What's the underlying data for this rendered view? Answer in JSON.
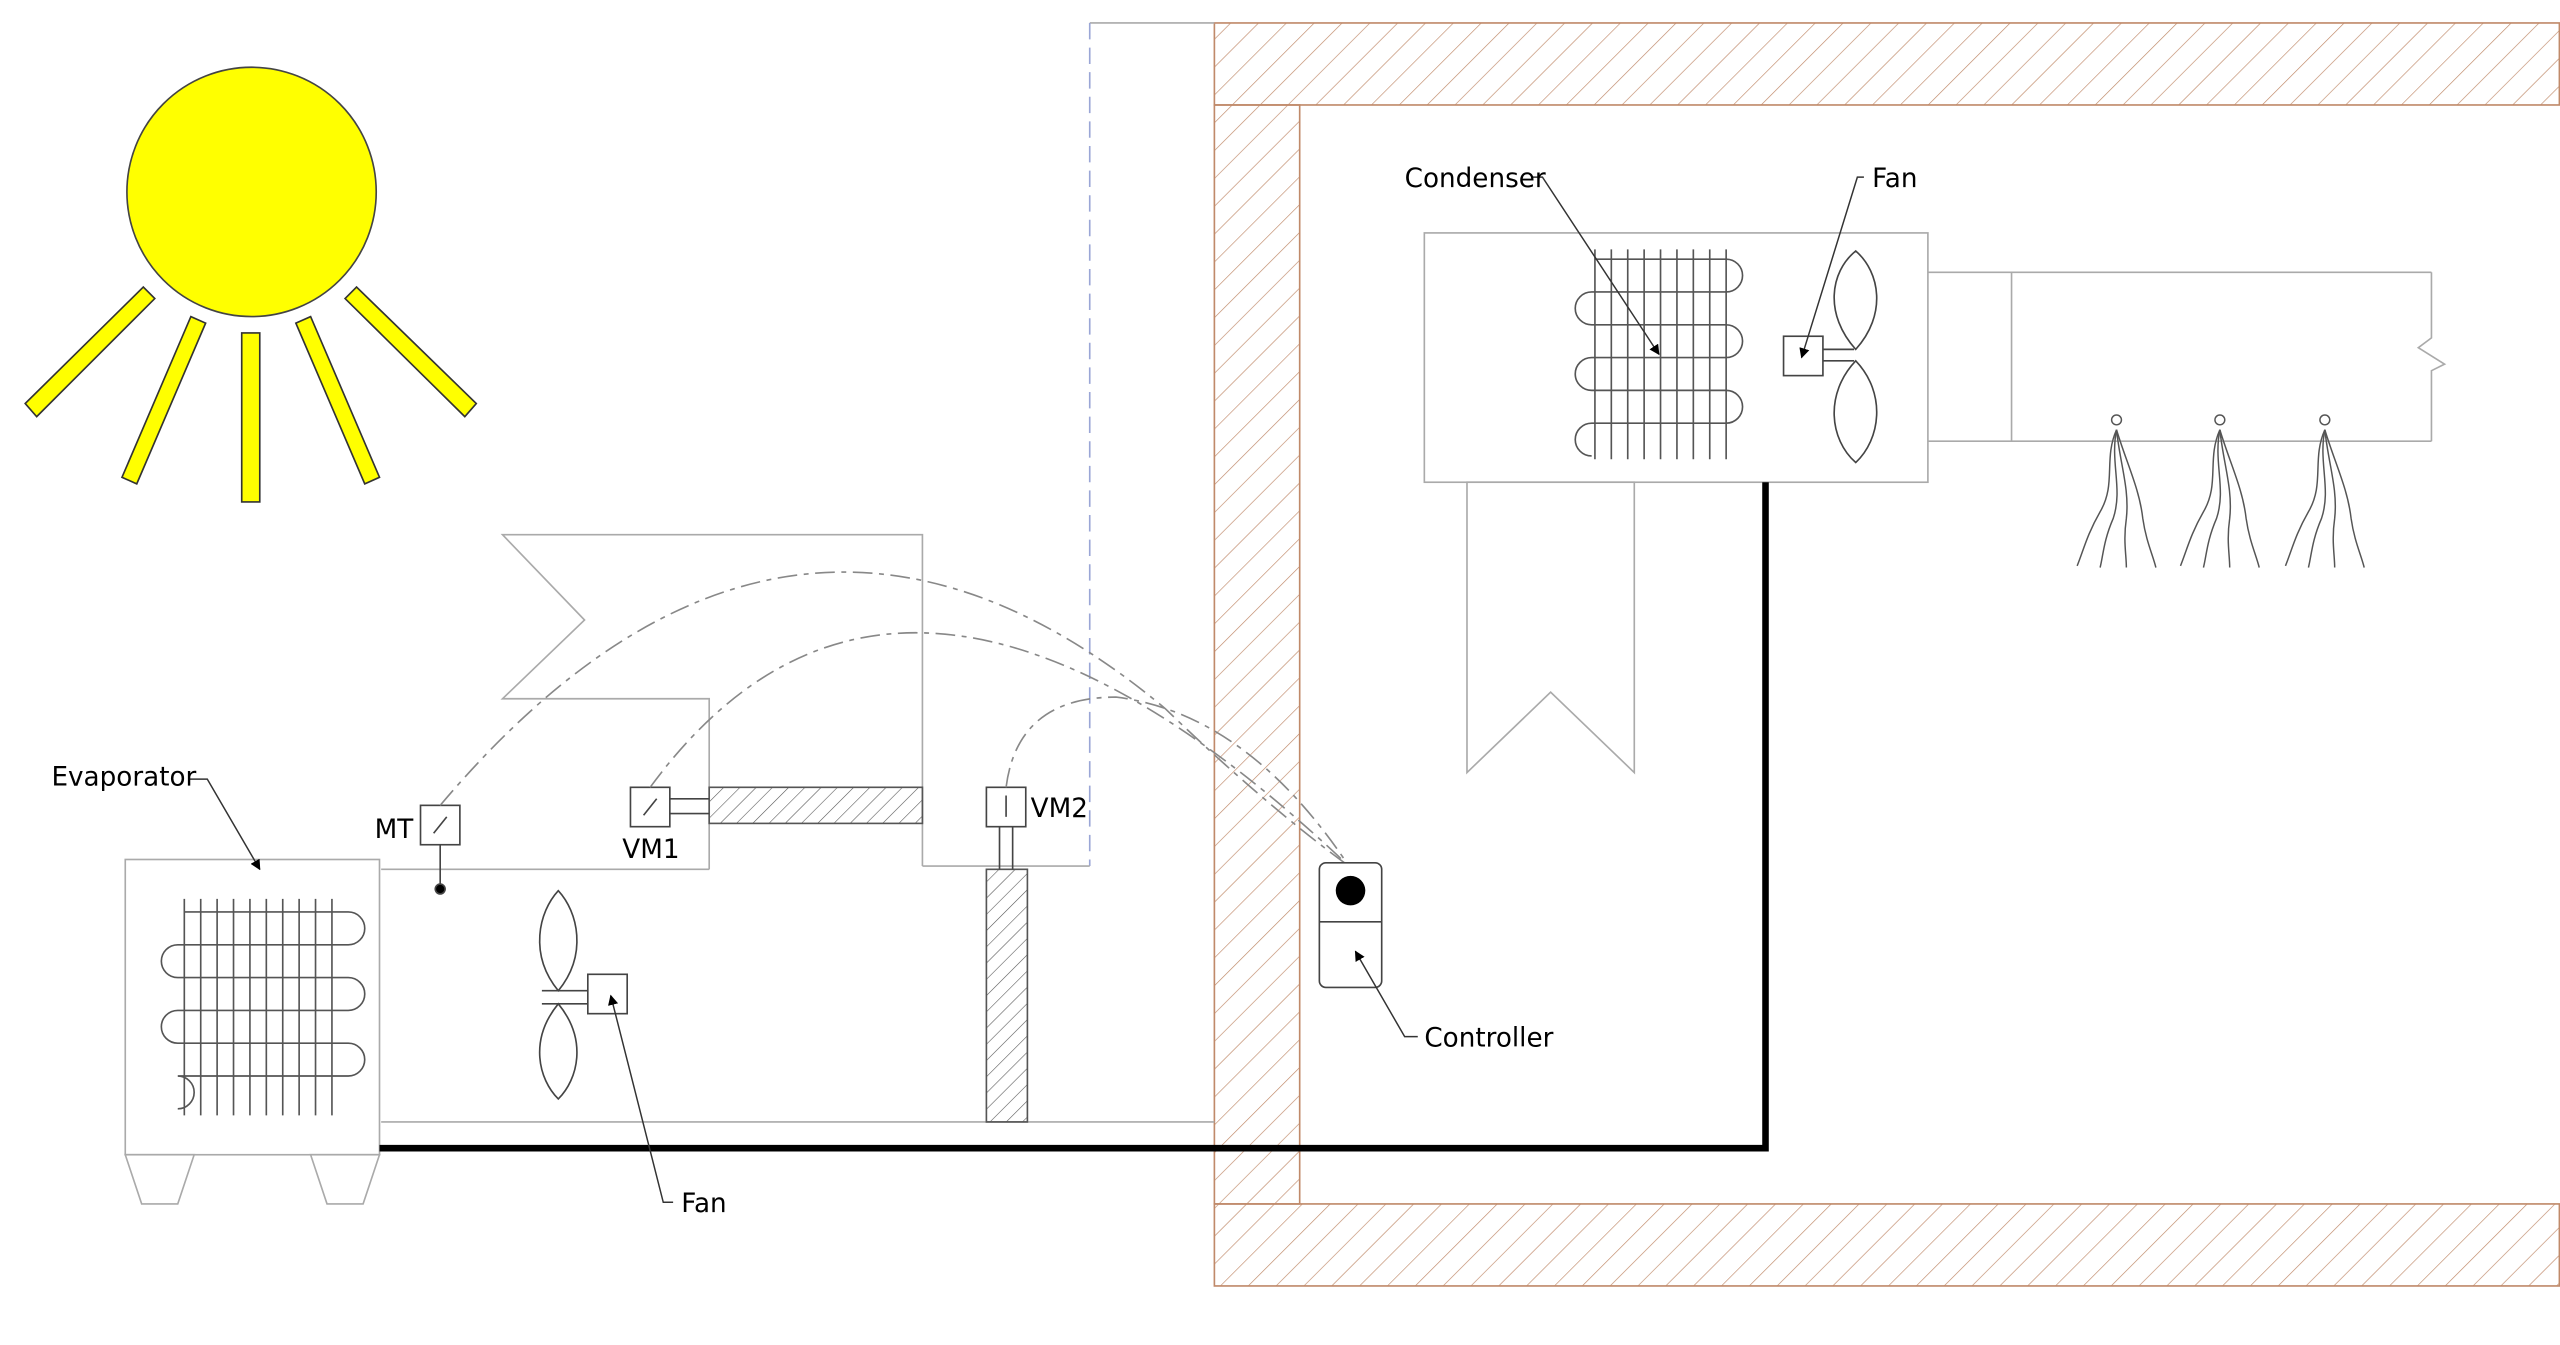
{
  "labels": {
    "evaporator": "Evaporator",
    "mt": "MT",
    "vm1": "VM1",
    "vm2": "VM2",
    "fan_evaporator": "Fan",
    "condenser": "Condenser",
    "fan_condenser": "Fan",
    "controller": "Controller"
  },
  "colors": {
    "sun_fill": "#ffff00",
    "wall_hatch": "#c08a6a",
    "duct_hatch": "#555555",
    "outline": "#aaaaaa",
    "pipe": "#000000",
    "sensor_wire": "#888888",
    "dashed_boundary": "#9aa6d6"
  }
}
